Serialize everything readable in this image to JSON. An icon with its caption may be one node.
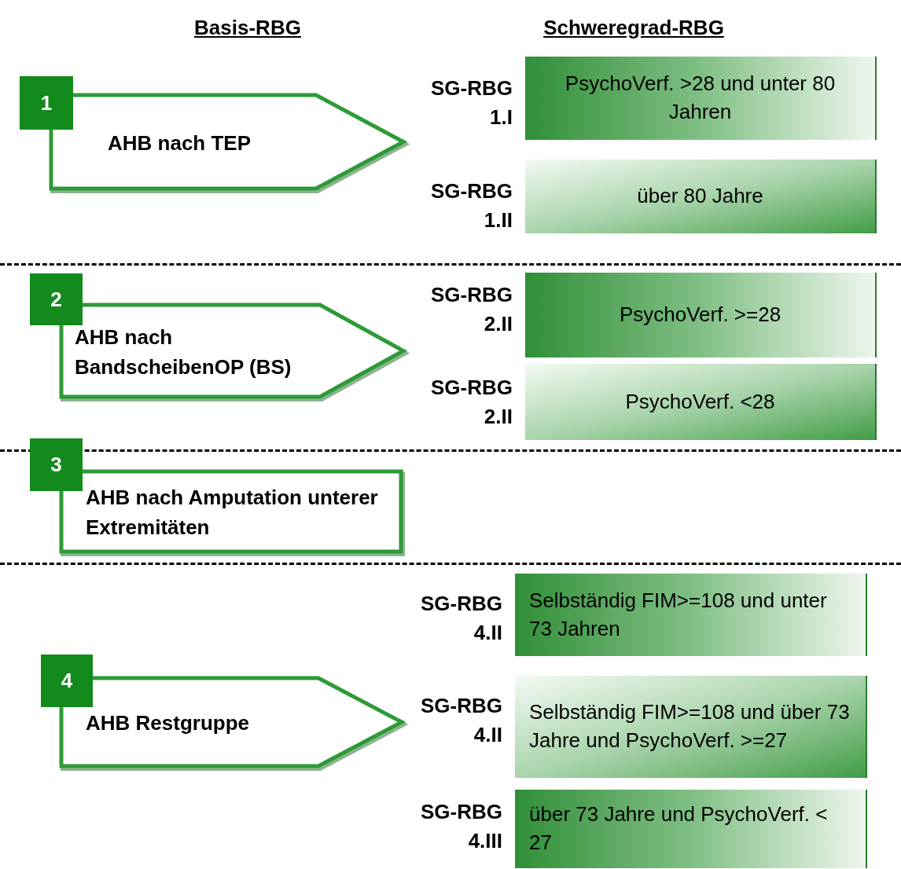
{
  "diagram": {
    "nodes": [
      {
        "text": [
          "1",
          "AHB nach TEP"
        ]
      },
      {
        "text": [
          "PsychoVerf. >28 und unter 80 Jahren"
        ],
        "beside": [
          "SG-RBG 1.I"
        ]
      },
      {
        "text": [
          "über 80 Jahre"
        ],
        "beside": [
          "SG-RBG 1.II"
        ]
      },
      {
        "text": [
          "2",
          "AHB nach BandscheibenOP (BS)"
        ]
      },
      {
        "text": [
          "PsychoVerf. >=28"
        ],
        "beside": [
          "SG-RBG 2.II"
        ]
      },
      {
        "text": [
          "PsychoVerf. <28"
        ],
        "beside": [
          "SG-RBG 2.II"
        ]
      },
      {
        "text": [
          "3",
          "AHB nach Amputation unterer Extremitäten"
        ]
      },
      {
        "text": [
          "4",
          "AHB Restgruppe"
        ]
      },
      {
        "text": [
          "Selbständig FIM>=108 und unter 73 Jahren"
        ],
        "beside": [
          "SG-RBG 4.II"
        ]
      },
      {
        "text": [
          "Selbständig FIM>=108 und über 73 Jahre und PsychoVerf. >=27"
        ],
        "beside": [
          "SG-RBG 4.II"
        ]
      },
      {
        "text": [
          "über 73 Jahre und PsychoVerf. < 27"
        ],
        "beside": [
          "SG-RBG 4.III"
        ]
      }
    ],
    "labels": [
      "Basis-RBG",
      "Schweregrad-RBG"
    ]
  }
}
